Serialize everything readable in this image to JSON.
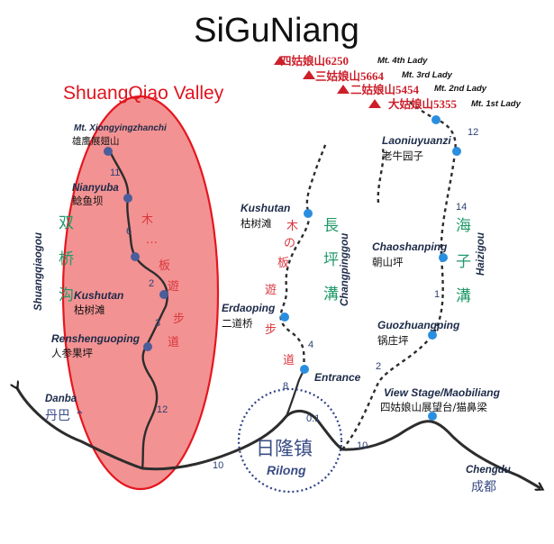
{
  "title": "SiGuNiang",
  "valley": {
    "name": "ShuangQiao Valley",
    "gully_zh": [
      "双",
      "桥",
      "沟"
    ],
    "gully_en": "Shuangqiaogou",
    "trail": [
      "木",
      "…",
      "板",
      "遊",
      "步",
      "道"
    ],
    "distances": [
      "11",
      "6",
      "2",
      "3",
      "12"
    ]
  },
  "peaks": [
    {
      "zh": "四姑娘山",
      "num": "6250",
      "en": "Mt. 4th Lady"
    },
    {
      "zh": "三姑娘山",
      "num": "5664",
      "en": "Mt. 3rd Lady"
    },
    {
      "zh": "二姑娘山",
      "num": "5454",
      "en": "Mt. 2nd Lady"
    },
    {
      "zh": "大姑娘山",
      "num": "5355",
      "en": "Mt. 1st Lady"
    }
  ],
  "places": {
    "xiongying": {
      "en": "Mt. Xiongyingzhanchi",
      "zh": "雄鹰展翅山"
    },
    "nianyuba": {
      "en": "Nianyuba",
      "zh": "鲶鱼坝"
    },
    "kushutan_sq": {
      "en": "Kushutan",
      "zh": "枯树滩"
    },
    "renshen": {
      "en": "Renshenguoping",
      "zh": "人参果坪"
    },
    "kushutan_cp": {
      "en": "Kushutan",
      "zh": "枯树滩"
    },
    "erdaoping": {
      "en": "Erdaoping",
      "zh": "二道桥"
    },
    "entrance": {
      "en": "Entrance"
    },
    "laoniu": {
      "en": "Laoniuyuanzi",
      "zh": "老牛园子"
    },
    "chaoshan": {
      "en": "Chaoshanping",
      "zh": "朝山坪"
    },
    "guozhuang": {
      "en": "Guozhuangping",
      "zh": "锅庄坪"
    },
    "viewstage": {
      "en": "View Stage/Maobiliang",
      "zh": "四姑娘山展望台/猫鼻梁"
    }
  },
  "changping": {
    "gully_zh": [
      "長",
      "坪",
      "溝"
    ],
    "gully_en": "Changpinggou",
    "trail": [
      "木",
      "の",
      "板",
      "遊",
      "步",
      "道"
    ],
    "distances": [
      "4",
      "8"
    ]
  },
  "haizi": {
    "gully_zh": [
      "海",
      "子",
      "溝"
    ],
    "gully_en": "Haizigou",
    "distances": [
      "12",
      "14",
      "1",
      "2"
    ]
  },
  "roads": {
    "danba": {
      "en": "Danba",
      "zh": "丹巴 ⌃"
    },
    "chengdu": {
      "en": "Chengdu",
      "zh": "成都"
    },
    "dist_west": "10",
    "dist_east": "10",
    "dist_town": "0.1"
  },
  "town": {
    "zh": "日隆镇",
    "en": "Rilong"
  },
  "colors": {
    "valley_fill": "#f07a7a",
    "valley_stroke": "#e5161f",
    "road": "#2d2d2d",
    "point": "#2a8ee0",
    "point_valley": "#4b5d9a",
    "peak": "#cc1f2a",
    "gully": "#1f9a6a",
    "trail_text": "#d9383e",
    "town": "#3a4c86"
  }
}
